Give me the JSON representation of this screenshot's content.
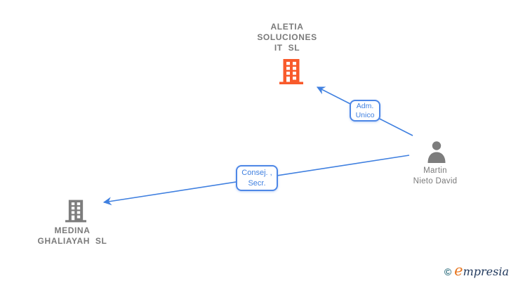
{
  "colors": {
    "orange": "#F85A2B",
    "gray": "#7D7D7D",
    "text_gray": "#7A7A7A",
    "blue": "#4080E0",
    "box_border": "#4E87E6",
    "brand_copyright": "#2E6E7E",
    "brand_orange": "#E8761F",
    "brand_navy": "#223A5E"
  },
  "nodes": {
    "aletia": {
      "line1": "ALETIA",
      "line2": "SOLUCIONES",
      "line3": "IT  SL"
    },
    "person": {
      "line1": "Martin",
      "line2": "Nieto David"
    },
    "medina": {
      "line1": "MEDINA",
      "line2": "GHALIAYAH  SL"
    }
  },
  "edges": {
    "adm_unico": {
      "line1": "Adm.",
      "line2": "Unico"
    },
    "consej_secr": {
      "line1": "Consej. ,",
      "line2": "Secr."
    }
  },
  "branding": {
    "copyright": "©",
    "brand_first_letter": "e",
    "brand_rest": "mpresia"
  }
}
